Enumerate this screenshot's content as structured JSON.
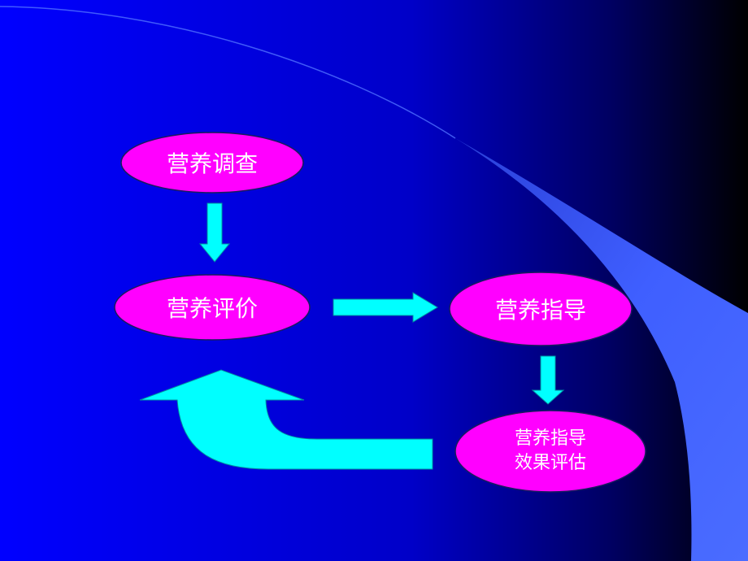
{
  "colors": {
    "background_light": "#0000ff",
    "background_dark": "#000000",
    "swoosh": "#3f5fff",
    "node_fill": "#ff00ff",
    "node_text": "#ffffff",
    "arrow": "#00ffff"
  },
  "nodes": {
    "survey": {
      "label": "营养调查"
    },
    "evaluation": {
      "label": "营养评价"
    },
    "guidance": {
      "label": "营养指导"
    },
    "effect": {
      "line1": "营养指导",
      "line2": "效果评估"
    }
  },
  "edges": [
    {
      "from": "survey",
      "to": "evaluation"
    },
    {
      "from": "evaluation",
      "to": "guidance"
    },
    {
      "from": "guidance",
      "to": "effect"
    },
    {
      "from": "effect",
      "to": "evaluation"
    }
  ]
}
